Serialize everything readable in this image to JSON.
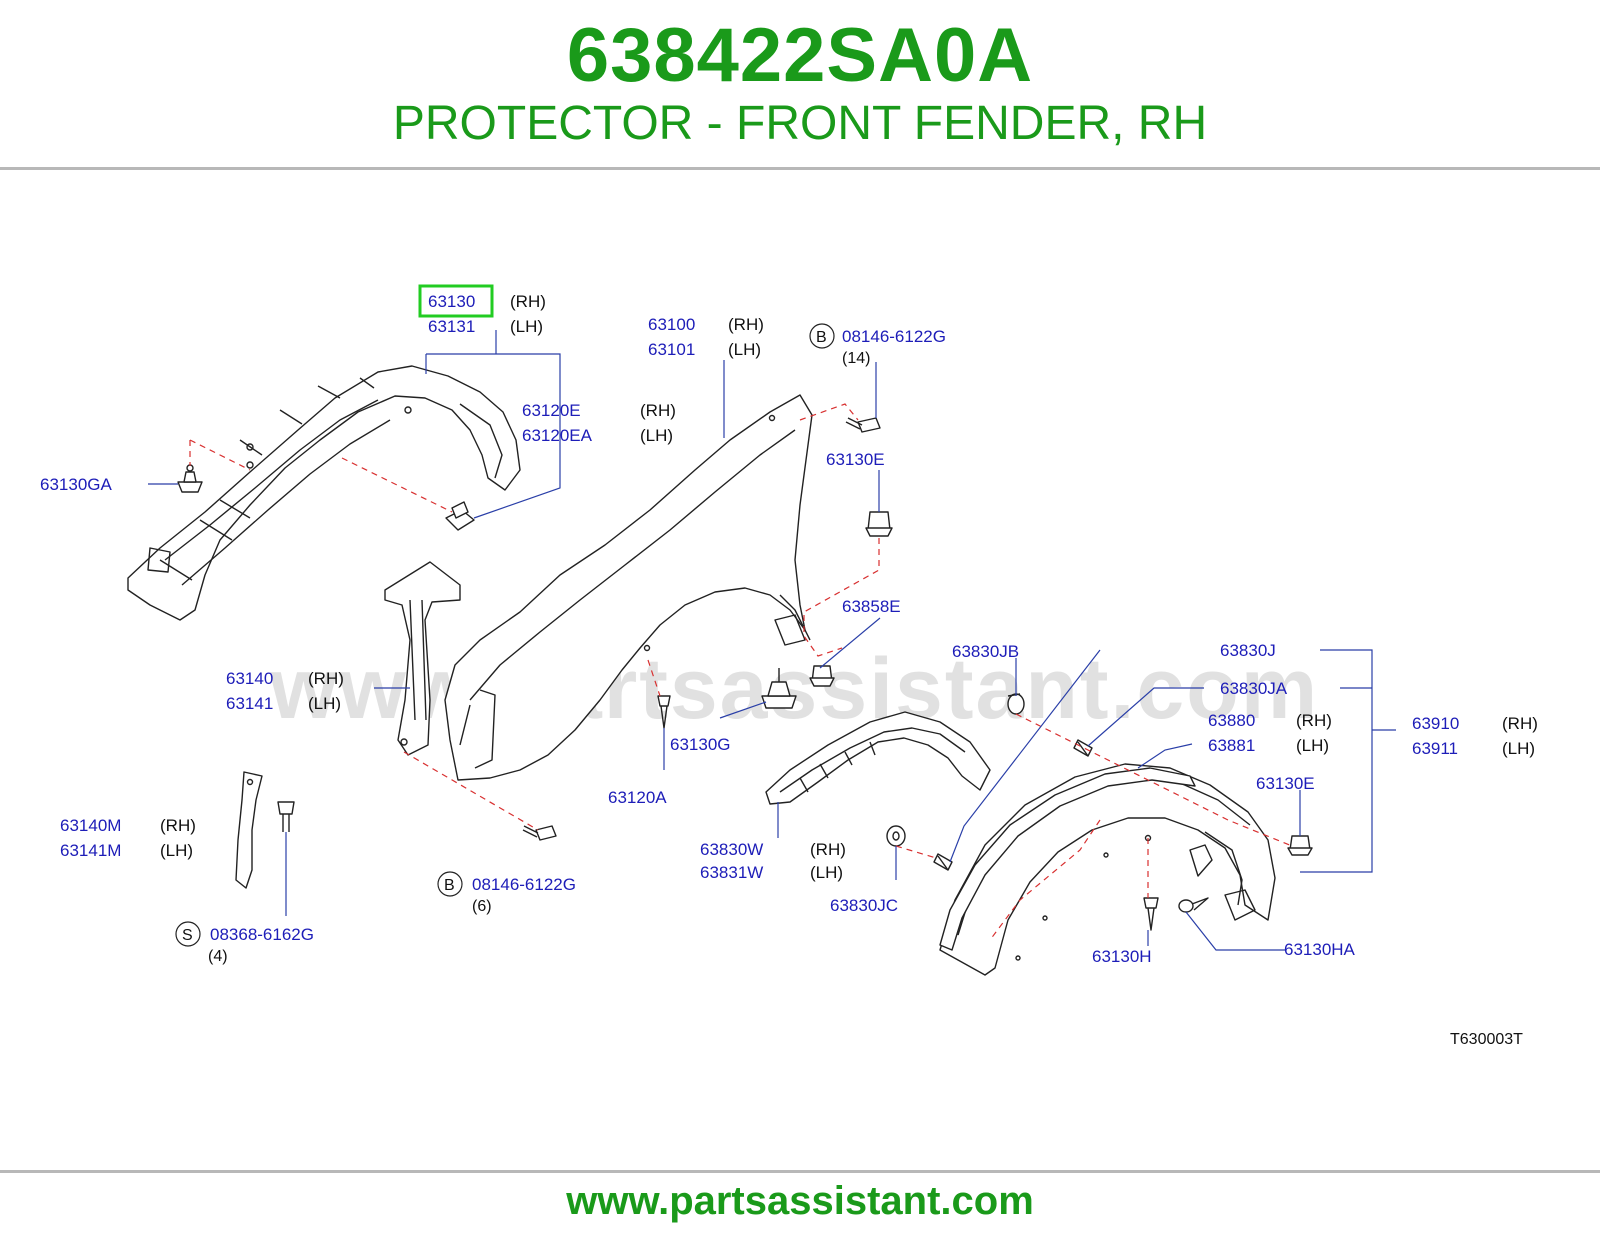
{
  "header": {
    "part_number": "638422SA0A",
    "description": "PROTECTOR - FRONT FENDER, RH"
  },
  "footer": {
    "url": "www.partsassistant.com"
  },
  "watermark": "www.partsassistant.com",
  "colors": {
    "brand_green": "#1a9a1a",
    "label_blue": "#1d1db8",
    "highlight": "#22cc22",
    "dash_red": "#d83030"
  },
  "labels": {
    "p63130": "63130",
    "p63130_side": "(RH)",
    "p63131": "63131",
    "p63131_side": "(LH)",
    "p63100": "63100",
    "p63100_side": "(RH)",
    "p63101": "63101",
    "p63101_side": "(LH)",
    "b_top_mark": "B",
    "b_top": "08146-6122G",
    "b_top_qty": "(14)",
    "p63120e": "63120E",
    "p63120e_side": "(RH)",
    "p63120ea": "63120EA",
    "p63120ea_side": "(LH)",
    "p63130e_top": "63130E",
    "p63130ga": "63130GA",
    "p63858e": "63858E",
    "p63830jb": "63830JB",
    "p63830j": "63830J",
    "p63830ja": "63830JA",
    "p63880": "63880",
    "p63880_side": "(RH)",
    "p63881": "63881",
    "p63881_side": "(LH)",
    "p63910": "63910",
    "p63910_side": "(RH)",
    "p63911": "63911",
    "p63911_side": "(LH)",
    "p63140": "63140",
    "p63140_side": "(RH)",
    "p63141": "63141",
    "p63141_side": "(LH)",
    "p63130g": "63130G",
    "p63120a": "63120A",
    "p63130e_bot": "63130E",
    "p63140m": "63140M",
    "p63140m_side": "(RH)",
    "p63141m": "63141M",
    "p63141m_side": "(LH)",
    "p63830w": "63830W",
    "p63830w_side": "(RH)",
    "p63831w": "63831W",
    "p63831w_side": "(LH)",
    "p63830jc": "63830JC",
    "b_bot_mark": "B",
    "b_bot": "08146-6122G",
    "b_bot_qty": "(6)",
    "s_mark": "S",
    "s_part": "08368-6162G",
    "s_qty": "(4)",
    "p63130h": "63130H",
    "p63130ha": "63130HA",
    "diagram_code": "T630003T"
  }
}
